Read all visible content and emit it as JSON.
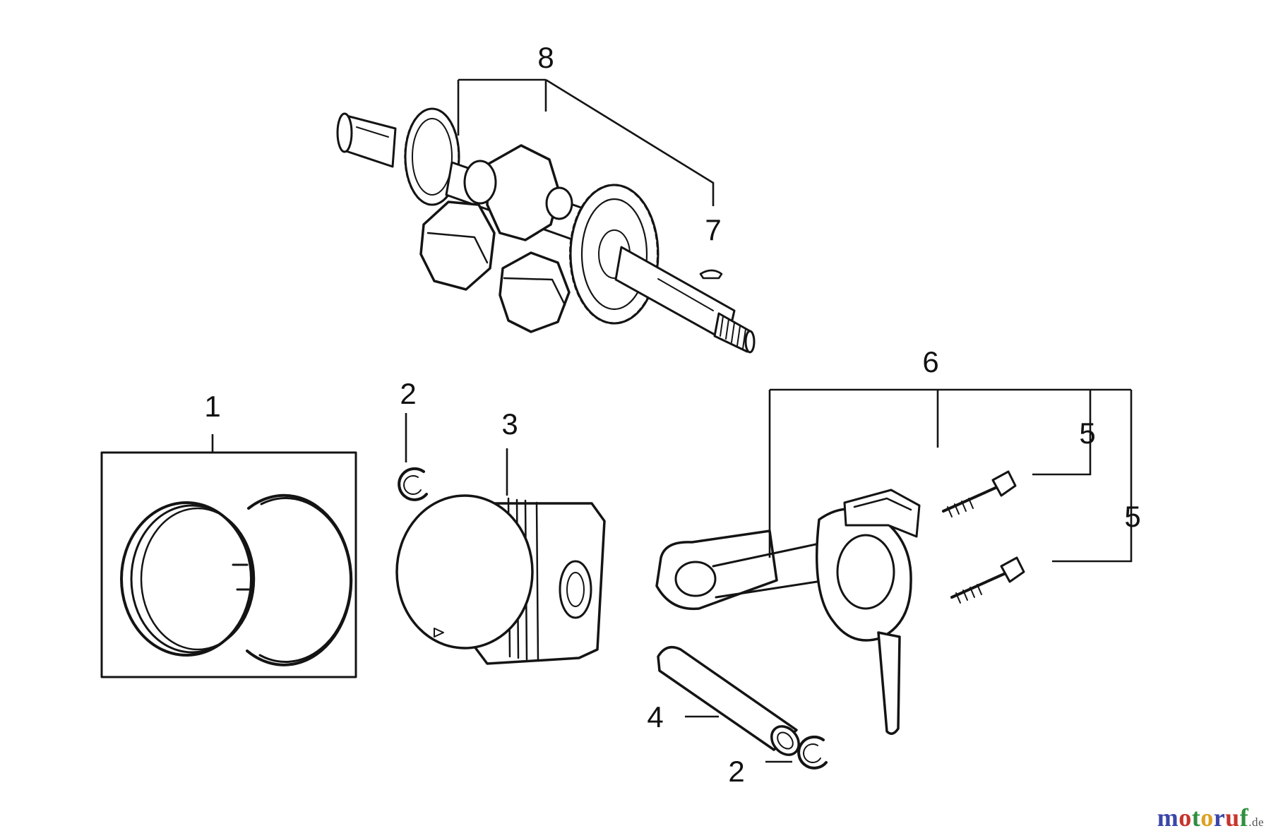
{
  "diagram": {
    "callouts": {
      "c1": "1",
      "c2a": "2",
      "c2b": "2",
      "c3": "3",
      "c4": "4",
      "c5a": "5",
      "c5b": "5",
      "c6": "6",
      "c7": "7",
      "c8": "8"
    },
    "parts": [
      {
        "id": "1",
        "icon": "piston-ring-set-icon"
      },
      {
        "id": "2",
        "icon": "piston-pin-clip-icon"
      },
      {
        "id": "3",
        "icon": "piston-icon"
      },
      {
        "id": "4",
        "icon": "piston-pin-icon"
      },
      {
        "id": "5",
        "icon": "connecting-rod-bolt-icon"
      },
      {
        "id": "6",
        "icon": "connecting-rod-assembly-icon"
      },
      {
        "id": "7",
        "icon": "woodruff-key-icon"
      },
      {
        "id": "8",
        "icon": "crankshaft-assembly-icon"
      }
    ]
  },
  "watermark": {
    "m": "m",
    "o1": "o",
    "t": "t",
    "o2": "o",
    "r": "r",
    "u": "u",
    "f": "f",
    "tld": ".de",
    "colors": {
      "m": "#3a46a8",
      "o1": "#c8332b",
      "t": "#2f8f3e",
      "o2": "#e0a020",
      "r": "#3a46a8",
      "u": "#c8332b",
      "f": "#2f8f3e",
      "tld": "#555555"
    }
  }
}
